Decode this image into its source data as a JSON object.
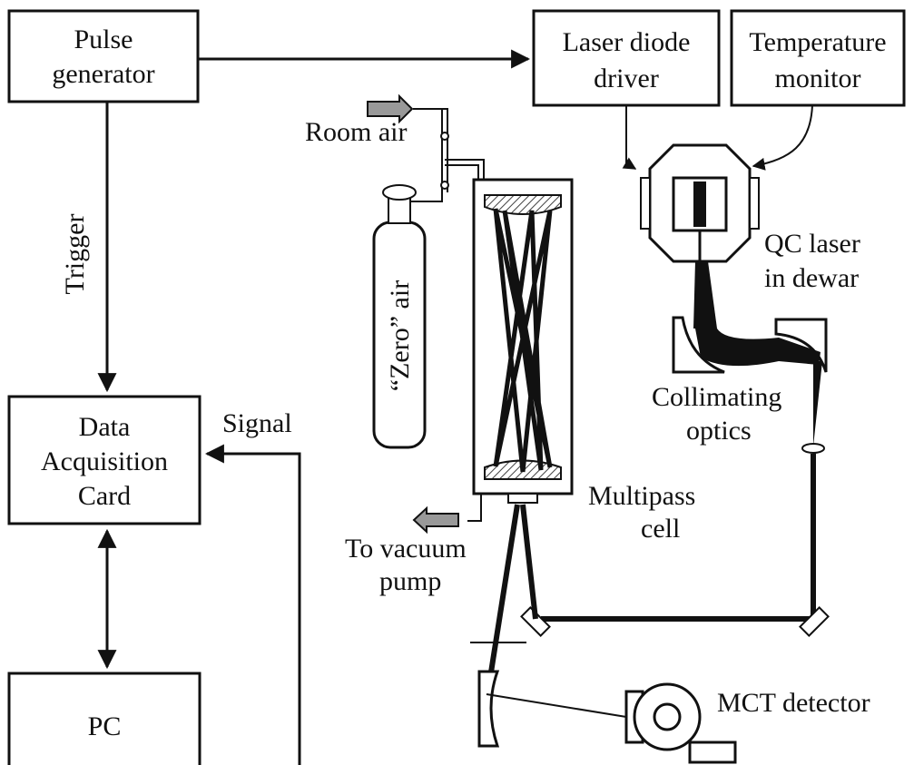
{
  "labels": {
    "pulse_generator": [
      "Pulse",
      "generator"
    ],
    "laser_diode_driver": [
      "Laser diode",
      "driver"
    ],
    "temperature_monitor": [
      "Temperature",
      "monitor"
    ],
    "data_acquisition_card": [
      "Data",
      "Acquisition",
      "Card"
    ],
    "pc": "PC",
    "trigger": "Trigger",
    "signal": "Signal",
    "room_air": "Room air",
    "zero_air": "“Zero” air",
    "qc_laser": [
      "QC laser",
      "in dewar"
    ],
    "collimating_optics": [
      "Collimating",
      "optics"
    ],
    "multipass_cell": [
      "Multipass",
      "cell"
    ],
    "to_vacuum_pump": [
      "To vacuum",
      "pump"
    ],
    "mct_detector": "MCT detector"
  },
  "colors": {
    "line": "#111111",
    "background": "#ffffff",
    "hatch": "#555555"
  }
}
